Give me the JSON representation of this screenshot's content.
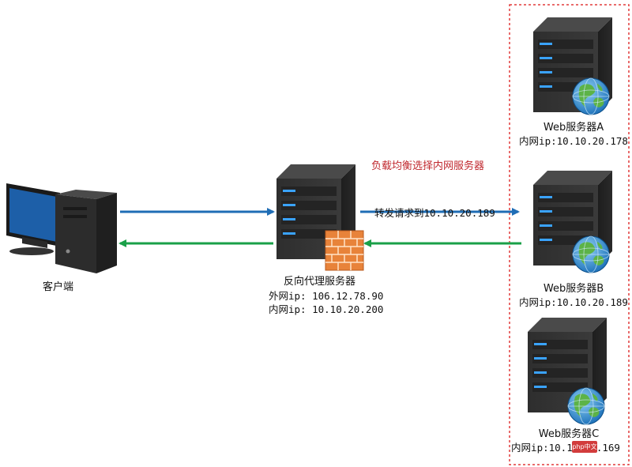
{
  "client": {
    "label": "客户端"
  },
  "proxy": {
    "label": "反向代理服务器",
    "external_ip": "外网ip: 106.12.78.90",
    "internal_ip": "内网ip: 10.10.20.200"
  },
  "balance_note": "负载均衡选择内网服务器",
  "forward_note": "转发请求到10.10.20.189",
  "servers": [
    {
      "name": "Web服务器A",
      "ip": "内网ip:10.10.20.178"
    },
    {
      "name": "Web服务器B",
      "ip": "内网ip:10.10.20.189"
    },
    {
      "name": "Web服务器C",
      "ip": "内网ip:10.10.20.169"
    }
  ],
  "watermark": "php中文网",
  "colors": {
    "request_arrow": "#1f6db5",
    "response_arrow": "#1aa048",
    "group_border": "#e23a3a",
    "note_text": "#c0282e",
    "server_body": "#2b2b2b"
  }
}
